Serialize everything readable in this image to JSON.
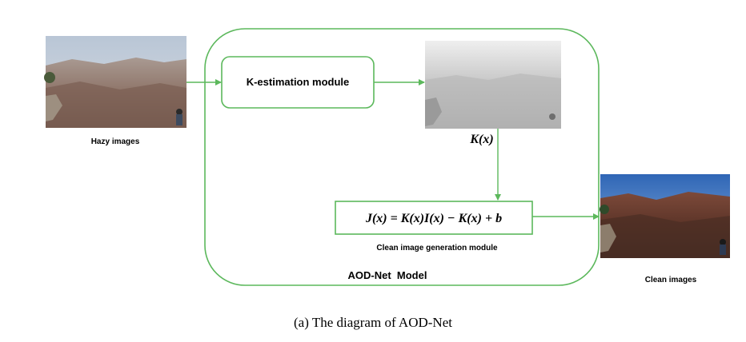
{
  "diagram": {
    "input_label": "Hazy images",
    "k_module_label": "K-estimation module",
    "k_label": "K(x)",
    "equation": "J(x) = K(x)I(x) − K(x) + b",
    "gen_module_label": "Clean image generation module",
    "model_label": "AOD-Net  Model",
    "output_label": "Clean images",
    "caption": "(a) The diagram of AOD-Net",
    "colors": {
      "accent": "#5cb85c",
      "text": "#000000"
    }
  }
}
